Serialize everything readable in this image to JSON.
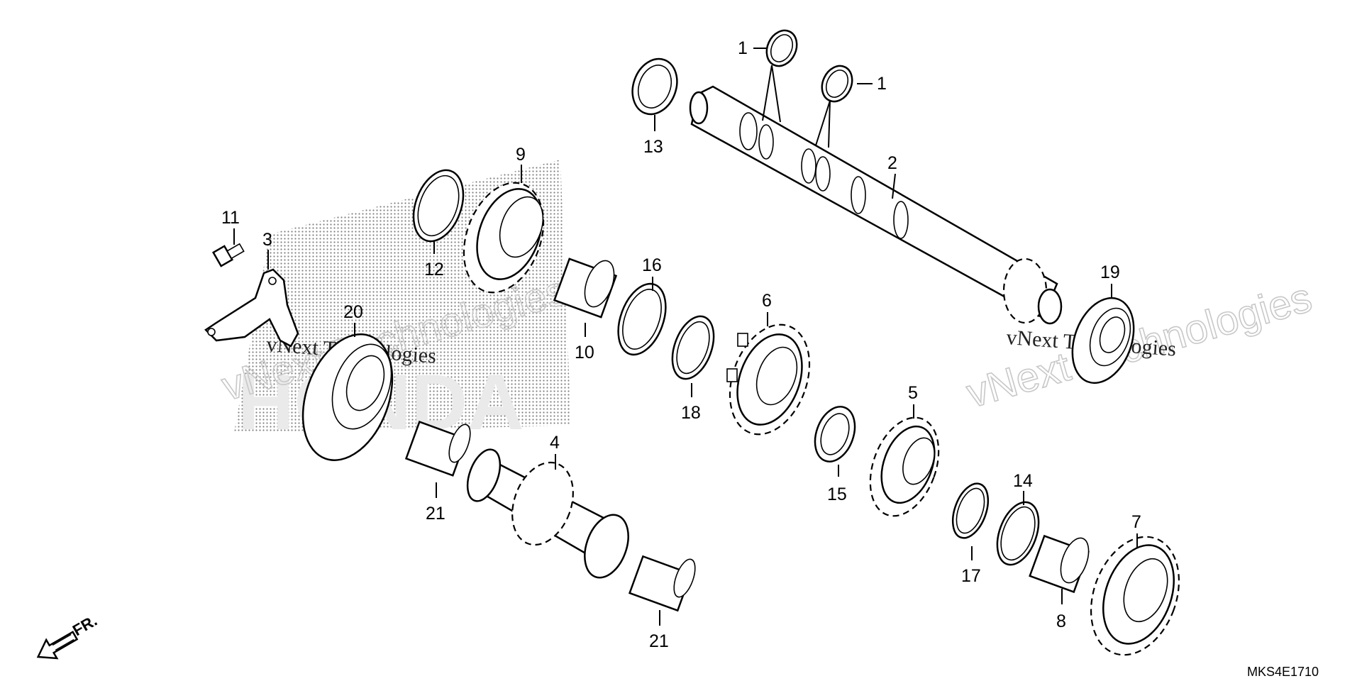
{
  "diagram_code": "MKS4E1710",
  "front_marker": "FR.",
  "watermarks": {
    "brand_large": "vNext Technologies",
    "brand_small": "vNext Technologies",
    "maker": "HONDA"
  },
  "labels": {
    "p1a": "1",
    "p1b": "1",
    "p2": "2",
    "p3": "3",
    "p4": "4",
    "p5": "5",
    "p6": "6",
    "p7": "7",
    "p8": "8",
    "p9": "9",
    "p10": "10",
    "p11": "11",
    "p12": "12",
    "p13": "13",
    "p14": "14",
    "p15": "15",
    "p16": "16",
    "p17": "17",
    "p18": "18",
    "p19": "19",
    "p20": "20",
    "p21a": "21",
    "p21b": "21"
  }
}
